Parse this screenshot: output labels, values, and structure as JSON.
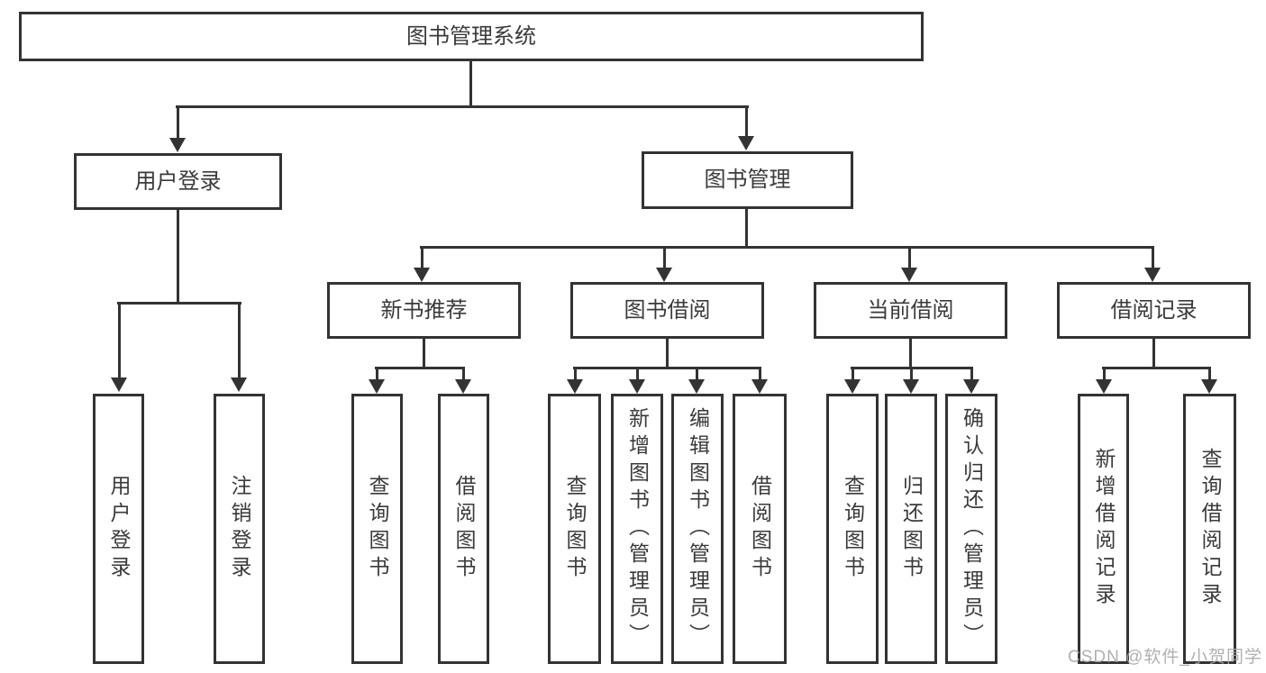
{
  "diagram": {
    "type": "hierarchy-tree",
    "tree": {
      "label": "图书管理系统",
      "children": [
        {
          "label": "用户登录",
          "children": [
            {
              "label": "用户登录"
            },
            {
              "label": "注销登录"
            }
          ]
        },
        {
          "label": "图书管理",
          "children": [
            {
              "label": "新书推荐",
              "children": [
                {
                  "label": "查询图书"
                },
                {
                  "label": "借阅图书"
                }
              ]
            },
            {
              "label": "图书借阅",
              "children": [
                {
                  "label": "查询图书"
                },
                {
                  "label": "新增图书（管理员）"
                },
                {
                  "label": "编辑图书（管理员）"
                },
                {
                  "label": "借阅图书"
                }
              ]
            },
            {
              "label": "当前借阅",
              "children": [
                {
                  "label": "查询图书"
                },
                {
                  "label": "归还图书"
                },
                {
                  "label": "确认归还（管理员）"
                }
              ]
            },
            {
              "label": "借阅记录",
              "children": [
                {
                  "label": "新增借阅记录"
                },
                {
                  "label": "查询借阅记录"
                }
              ]
            }
          ]
        }
      ]
    },
    "colors": {
      "line": "#333333",
      "box_border": "#333333",
      "box_fill": "#ffffff",
      "text": "#3a3a3a",
      "background": "#ffffff",
      "watermark": "#a8a8a8"
    }
  },
  "watermark": {
    "text": "CSDN @软件_小贺同学"
  }
}
